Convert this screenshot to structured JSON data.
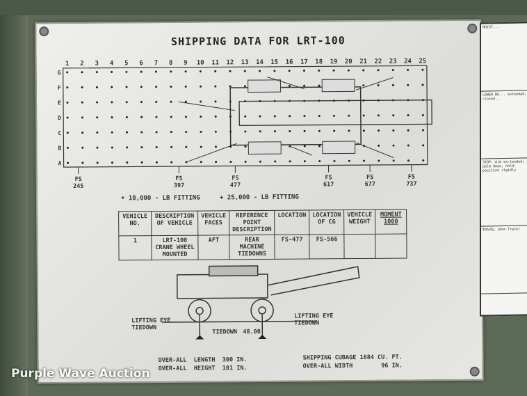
{
  "plate": {
    "title": "SHIPPING DATA FOR LRT-100",
    "columns": [
      "1",
      "2",
      "3",
      "4",
      "5",
      "6",
      "7",
      "8",
      "9",
      "10",
      "11",
      "12",
      "13",
      "14",
      "15",
      "16",
      "17",
      "18",
      "19",
      "20",
      "21",
      "22",
      "23",
      "24",
      "25"
    ],
    "rows": [
      "G",
      "F",
      "E",
      "D",
      "C",
      "B",
      "A"
    ],
    "fuselage_stations": [
      {
        "label": "FS",
        "value": "245",
        "col": 1.7
      },
      {
        "label": "FS",
        "value": "397",
        "col": 8.5
      },
      {
        "label": "FS",
        "value": "477",
        "col": 12.3
      },
      {
        "label": "FS",
        "value": "617",
        "col": 18.6
      },
      {
        "label": "FS",
        "value": "677",
        "col": 21.4
      },
      {
        "label": "FS",
        "value": "737",
        "col": 24.2
      }
    ],
    "legend": {
      "small_fitting": "• 10,000 - LB FITTING",
      "large_fitting": "+ 25,000 - LB FITTING"
    },
    "table": {
      "headers": [
        "VEHICLE NO.",
        "DESCRIPTION OF VEHICLE",
        "VEHICLE FACES",
        "REFERENCE POINT DESCRIPTION",
        "LOCATION",
        "LOCATION OF CG",
        "VEHICLE WEIGHT",
        "MOMENT 1000"
      ],
      "rows": [
        [
          "1",
          "LRT-100 CRANE WHEEL MOUNTED",
          "AFT",
          "REAR MACHINE TIEDOWNS",
          "FS-477",
          "FS-566",
          "",
          ""
        ]
      ]
    },
    "labels": {
      "lifting_eye_left": "LIFTING EYE\nTIEDOWN",
      "lifting_eye_right": "LIFTING EYE\nTIEDOWN",
      "tiedown": "TIEDOWN",
      "tiedown_dim": "48.00"
    },
    "dimensions": {
      "length": "OVER-ALL  LENGTH  300 IN.",
      "height": "OVER-ALL  HEIGHT  101 IN.",
      "cubage": "SHIPPING CUBAGE 1684 CU. FT.",
      "width": "OVER-ALL WIDTH        96 IN."
    }
  },
  "side_card": {
    "panels": [
      "MOIST...",
      "LOWER BO... extended, closed...",
      "STOP. Arm ex-tended, palm down, hold position rigidly",
      "TRAVEL (One Track)"
    ]
  },
  "watermark": "Purple Wave Auction"
}
